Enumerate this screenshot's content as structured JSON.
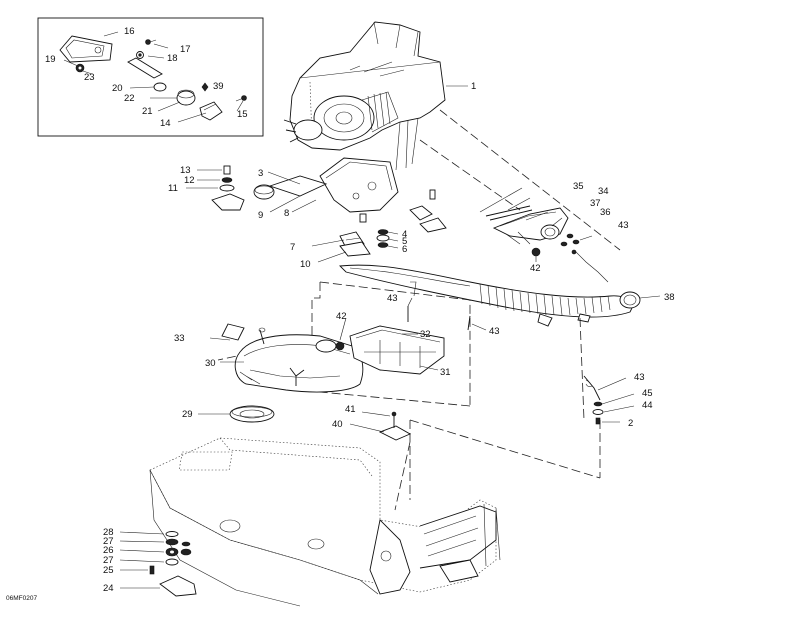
{
  "diagram_code": "06MF0207",
  "callouts": {
    "c1": "1",
    "c2": "2",
    "c3": "3",
    "c4": "4",
    "c5": "5",
    "c6": "6",
    "c7": "7",
    "c8": "8",
    "c9": "9",
    "c10": "10",
    "c11": "11",
    "c12": "12",
    "c13": "13",
    "c14": "14",
    "c15": "15",
    "c16": "16",
    "c17": "17",
    "c18": "18",
    "c19": "19",
    "c20": "20",
    "c21": "21",
    "c22": "22",
    "c23": "23",
    "c24": "24",
    "c25": "25",
    "c26": "26",
    "c27a": "27",
    "c27b": "27",
    "c28": "28",
    "c29": "29",
    "c30": "30",
    "c31": "31",
    "c32": "32",
    "c33": "33",
    "c34": "34",
    "c35": "35",
    "c36": "36",
    "c37": "37",
    "c38": "38",
    "c39": "39",
    "c40": "40",
    "c41": "41",
    "c42a": "42",
    "c42b": "42",
    "c43a": "43",
    "c43b": "43",
    "c43c": "43",
    "c43d": "43",
    "c44": "44",
    "c45": "45"
  },
  "colors": {
    "line": "#111111",
    "background": "#ffffff"
  }
}
